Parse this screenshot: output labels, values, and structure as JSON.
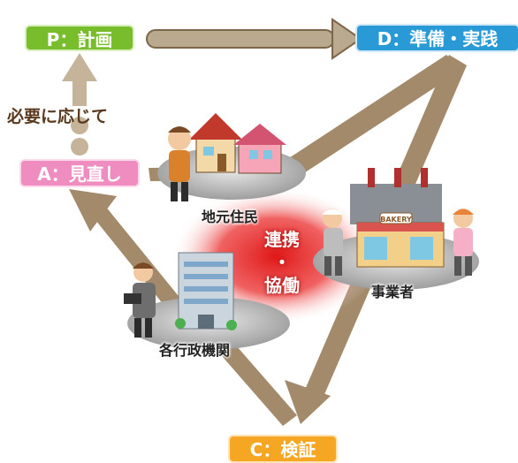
{
  "cycle": {
    "plan": "P：計画",
    "do": "D：準備・実践",
    "check": "C：検証",
    "act": "A：見直し",
    "as_needed": "必要に応じて"
  },
  "center": {
    "line1": "連携",
    "line2": "・",
    "line3": "協働"
  },
  "actors": {
    "residents": "地元住民",
    "businesses": "事業者",
    "government": "各行政機関"
  },
  "bakery_sign": "BAKERY",
  "colors": {
    "plan": "#78bd2c",
    "do": "#2a9ad6",
    "check": "#f5a623",
    "act": "#ef8cc0",
    "arrow": "#a28a6b",
    "collab": "#e02020"
  }
}
